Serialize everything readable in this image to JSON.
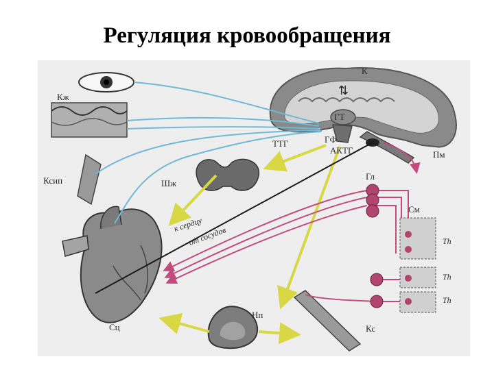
{
  "title": "Регуляция кровообращения",
  "figure": {
    "labels": {
      "cortex": "К",
      "skin": "Кж",
      "vessel": "Ксип",
      "thyroid": "Шж",
      "heart": "Сц",
      "hypothalamus": "ГТ",
      "pituitary": "ГФ",
      "ttg": "ТТГ",
      "actg": "АКТГ",
      "medulla": "Пм",
      "ganglia": "Гл",
      "spinal": "См",
      "th1": "Тh",
      "th2": "Th",
      "th3": "Th",
      "adrenal": "Нп",
      "vessel_bottom": "Кс",
      "vagus_text": "к сердцу",
      "sympathetic_text": "от сосудов"
    },
    "colors": {
      "afferent": "#6fb8d6",
      "sympathetic": "#c24a7e",
      "hormonal": "#d8d845",
      "vagus": "#1a1a1a",
      "brain": "#8a8a8a"
    }
  }
}
